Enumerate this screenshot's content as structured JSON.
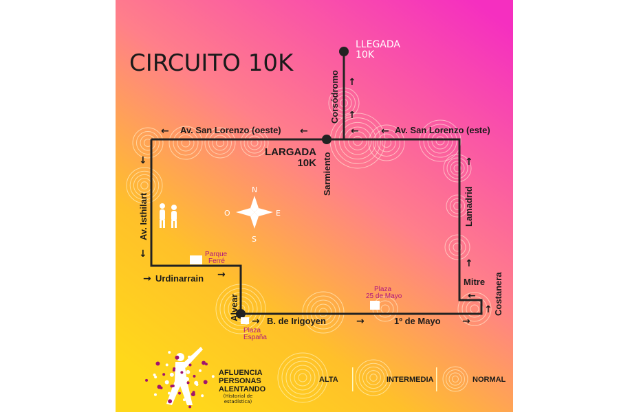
{
  "title": "CIRCUITO 10K",
  "finish": {
    "line1": "LLEGADA",
    "line2": "10K"
  },
  "start": {
    "line1": "LARGADA",
    "line2": "10K"
  },
  "streets": {
    "corsodromo": "Corsódromo",
    "sl_oeste": "Av. San Lorenzo (oeste)",
    "sl_este": "Av. San Lorenzo (este)",
    "sarmiento": "Sarmiento",
    "isthilart": "Av. Isthilart",
    "lamadrid": "Lamadrid",
    "urdinarrain": "Urdinarrain",
    "alvear": "Alvear",
    "irigoyen": "B. de Irigoyen",
    "mayo": "1º de Mayo",
    "mitre": "Mitre",
    "costanera": "Costanera"
  },
  "places": {
    "ferre": [
      "Parque",
      "Ferré"
    ],
    "espana": [
      "Plaza",
      "España"
    ],
    "mayo25": [
      "Plaza",
      "25 de Mayo"
    ]
  },
  "compass": {
    "n": "N",
    "s": "S",
    "e": "E",
    "o": "O"
  },
  "arrows": {
    "left": "←",
    "right": "→",
    "up": "↑",
    "down": "↓"
  },
  "legend": {
    "title": [
      "AFLUENCIA",
      "PERSONAS",
      "ALENTANDO"
    ],
    "note": [
      "(Historial de",
      "estadística)"
    ],
    "alta": "ALTA",
    "intermedia": "INTERMEDIA",
    "normal": "NORMAL"
  },
  "colors": {
    "top": "#f52fc0",
    "bottom": "#ffd21a",
    "route": "#222222",
    "place": "#b0177e",
    "finish_label": "#ffffff"
  }
}
